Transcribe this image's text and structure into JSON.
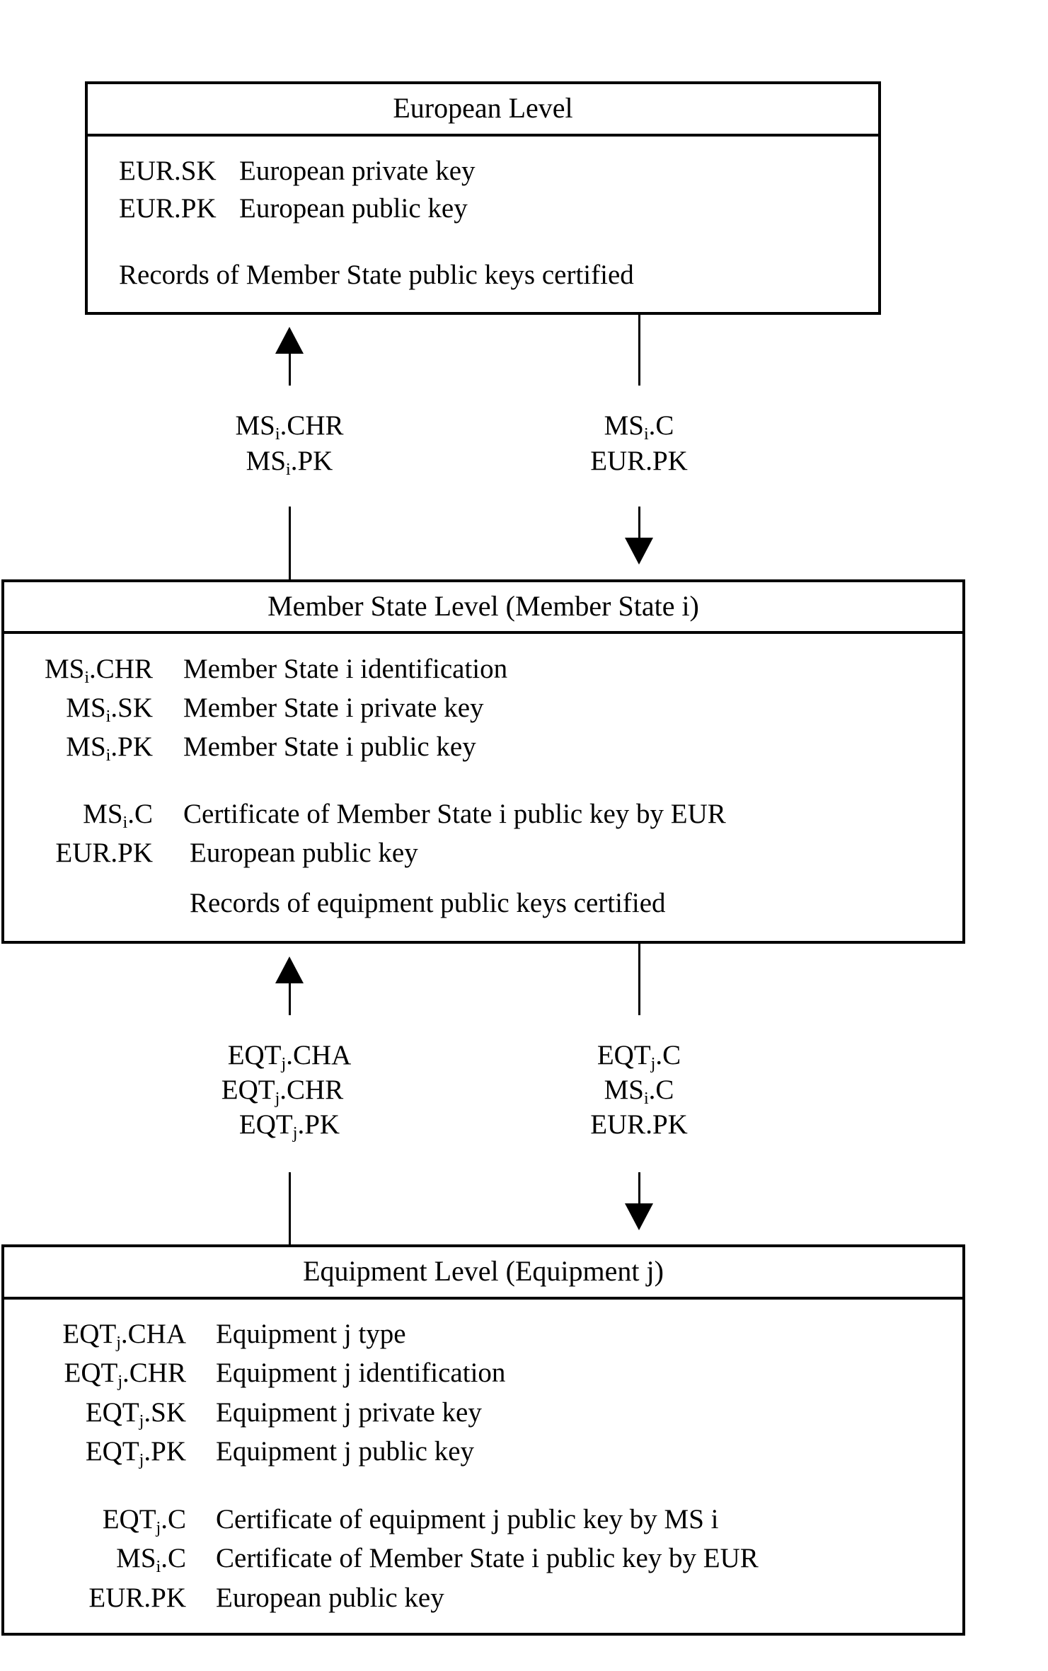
{
  "european_level": {
    "title": "European Level",
    "rows": [
      {
        "code": "EUR.SK",
        "desc": "European private key"
      },
      {
        "code": "EUR.PK",
        "desc": "European public key"
      }
    ],
    "records": "Records of Member State public keys certified"
  },
  "flow_eur_ms": {
    "up_labels": [
      {
        "base": "MS",
        "sub": "i",
        "suffix": ".CHR"
      },
      {
        "base": "MS",
        "sub": "i",
        "suffix": ".PK"
      }
    ],
    "down_labels": [
      {
        "base": "MS",
        "sub": "i",
        "suffix": ".C"
      },
      {
        "base": "EUR.PK",
        "sub": "",
        "suffix": ""
      }
    ]
  },
  "member_state_level": {
    "title": "Member State Level (Member State i)",
    "rows": [
      {
        "base": "MS",
        "sub": "i",
        "suffix": ".CHR",
        "desc": "Member State i identification"
      },
      {
        "base": "MS",
        "sub": "i",
        "suffix": ".SK",
        "desc": "Member State i private key"
      },
      {
        "base": "MS",
        "sub": "i",
        "suffix": ".PK",
        "desc": "Member State i public key"
      },
      {
        "base": "MS",
        "sub": "i",
        "suffix": ".C",
        "desc": "Certificate of Member State i public key by EUR"
      },
      {
        "base": "EUR.PK",
        "sub": "",
        "suffix": "",
        "desc": "European public key"
      }
    ],
    "records": "Records of equipment public keys certified"
  },
  "flow_ms_eqt": {
    "up_labels": [
      {
        "base": "EQT",
        "sub": "j",
        "suffix": ".CHA"
      },
      {
        "base": "EQT",
        "sub": "j",
        "suffix": ".CHR"
      },
      {
        "base": "EQT",
        "sub": "j",
        "suffix": ".PK"
      }
    ],
    "down_labels": [
      {
        "base": "EQT",
        "sub": "j",
        "suffix": ".C"
      },
      {
        "base": "MS",
        "sub": "i",
        "suffix": ".C"
      },
      {
        "base": "EUR.PK",
        "sub": "",
        "suffix": ""
      }
    ]
  },
  "equipment_level": {
    "title": "Equipment Level (Equipment j)",
    "rows": [
      {
        "base": "EQT",
        "sub": "j",
        "suffix": ".CHA",
        "desc": "Equipment j type"
      },
      {
        "base": "EQT",
        "sub": "j",
        "suffix": ".CHR",
        "desc": "Equipment j identification"
      },
      {
        "base": "EQT",
        "sub": "j",
        "suffix": ".SK",
        "desc": "Equipment j private key"
      },
      {
        "base": "EQT",
        "sub": "j",
        "suffix": ".PK",
        "desc": "Equipment j public key"
      },
      {
        "base": "EQT",
        "sub": "j",
        "suffix": ".C",
        "desc": "Certificate of equipment j public key by MS i"
      },
      {
        "base": "MS",
        "sub": "i",
        "suffix": ".C",
        "desc": "Certificate of Member State i public key by EUR"
      },
      {
        "base": "EUR.PK",
        "sub": "",
        "suffix": "",
        "desc": "European public key"
      }
    ]
  }
}
